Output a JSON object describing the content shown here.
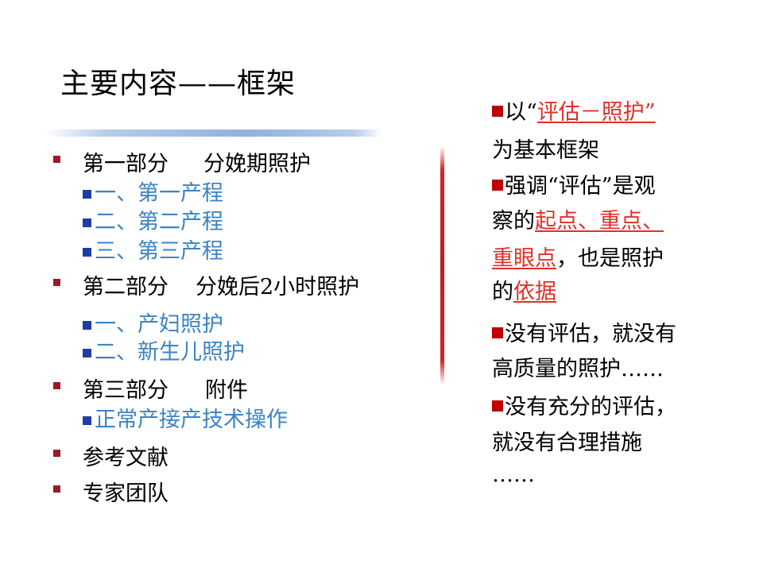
{
  "title": "主要内容——框架",
  "outline": {
    "part1": {
      "label": "第一部分",
      "topic": "分娩期照护"
    },
    "part1_items": [
      "一、第一产程",
      "二、第二产程",
      "三、第三产程"
    ],
    "part2": {
      "label": "第二部分",
      "topic": "分娩后2小时照护"
    },
    "part2_items": [
      "一、产妇照护",
      "二、新生儿照护"
    ],
    "part3": {
      "label": "第三部分",
      "topic": "附件"
    },
    "part3_items": [
      "正常产接产技术操作"
    ],
    "references": "参考文献",
    "experts": "专家团队"
  },
  "right": {
    "p1_prefix": "以“",
    "p1_highlight": "评估－照护”",
    "p1_line2": "为基本框架",
    "p2_line1": "强调“评估”是观",
    "p2_line2_prefix": "察的",
    "p2_line2_highlight": "起点、重点、",
    "p2_line3_highlight": "重眼点",
    "p2_line3_suffix": "，也是照护",
    "p2_line4_prefix": "的",
    "p2_line4_highlight": "依据",
    "p3_line1": "没有评估，就没有",
    "p3_line2": "高质量的照护……",
    "p4_line1": "没有充分的评估，",
    "p4_line2": "就没有合理措施",
    "p4_line3": "……"
  },
  "colors": {
    "outline_bullet": "#9a1a2a",
    "sub_bullet": "#1f3da6",
    "sub_text": "#3b83c5",
    "emphasis": "#e0302a",
    "divider": "#c21b1b"
  }
}
